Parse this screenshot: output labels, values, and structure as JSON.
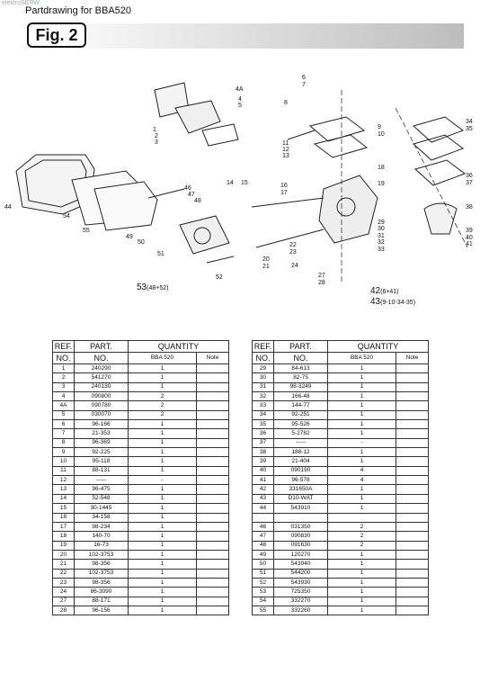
{
  "watermark": "elektroSERW",
  "header": {
    "title": "Partdrawing for BBA520",
    "figure": "Fig. 2"
  },
  "drawing": {
    "callouts": [
      "1",
      "2",
      "3",
      "4A",
      "4",
      "5",
      "6",
      "7",
      "8",
      "9",
      "10",
      "11",
      "12",
      "13",
      "14",
      "15",
      "16",
      "17",
      "18",
      "19",
      "20",
      "21",
      "22",
      "23",
      "24",
      "27",
      "28",
      "29",
      "30",
      "31",
      "32",
      "33",
      "34",
      "35",
      "36",
      "37",
      "38",
      "39",
      "40",
      "41",
      "44",
      "46",
      "47",
      "48",
      "49",
      "50",
      "51",
      "52",
      "54",
      "55"
    ],
    "assemblies": [
      {
        "num": "53",
        "detail": "(48+52)"
      },
      {
        "num": "42",
        "detail": "(6+41)"
      },
      {
        "num": "43",
        "detail": "(9-10-34-35)"
      }
    ]
  },
  "table_headers": {
    "ref": [
      "REF.",
      "NO."
    ],
    "part": [
      "PART.",
      "NO."
    ],
    "quantity": "QUANTITY",
    "model": "BBA 520",
    "note": "Note"
  },
  "left_table": [
    [
      "1",
      "240290",
      "1"
    ],
    [
      "2",
      "541270",
      "1"
    ],
    [
      "3",
      "240130",
      "1"
    ],
    [
      "4",
      "090800",
      "2"
    ],
    [
      "4A",
      "090780",
      "2"
    ],
    [
      "5",
      "030070",
      "2"
    ],
    [
      "6",
      "96-166",
      "1"
    ],
    [
      "7",
      "21-353",
      "1"
    ],
    [
      "8",
      "96-369",
      "1"
    ],
    [
      "9",
      "92-225",
      "1"
    ],
    [
      "10",
      "95-118",
      "1"
    ],
    [
      "11",
      "88-131",
      "1"
    ],
    [
      "12",
      "-----",
      "-"
    ],
    [
      "13",
      "96-475",
      "1"
    ],
    [
      "14",
      "52-548",
      "1"
    ],
    [
      "15",
      "30-1445",
      "1"
    ],
    [
      "16",
      "34-158",
      "1"
    ],
    [
      "17",
      "98-234",
      "1"
    ],
    [
      "18",
      "140-70",
      "1"
    ],
    [
      "19",
      "16-73",
      "1"
    ],
    [
      "20",
      "102-3753",
      "1"
    ],
    [
      "21",
      "98-356",
      "1"
    ],
    [
      "22",
      "102-3753",
      "1"
    ],
    [
      "23",
      "98-356",
      "1"
    ],
    [
      "24",
      "86-3090",
      "1"
    ],
    [
      "27",
      "88-171",
      "1"
    ],
    [
      "28",
      "96-156",
      "1"
    ]
  ],
  "right_table": [
    [
      "29",
      "84-613",
      "1"
    ],
    [
      "30",
      "82-75",
      "1"
    ],
    [
      "31",
      "98-3249",
      "1"
    ],
    [
      "32",
      "166-48",
      "1"
    ],
    [
      "33",
      "144-77",
      "1"
    ],
    [
      "34",
      "92-251",
      "1"
    ],
    [
      "35",
      "95-526",
      "1"
    ],
    [
      "36",
      "5-2782",
      "1"
    ],
    [
      "37",
      "-----",
      "-"
    ],
    [
      "38",
      "188-12",
      "1"
    ],
    [
      "39",
      "21-404",
      "1"
    ],
    [
      "40",
      "090190",
      "4"
    ],
    [
      "41",
      "96-578",
      "4"
    ],
    [
      "42",
      "331650A",
      "1"
    ],
    [
      "43",
      "D10-WAT",
      "1"
    ],
    [
      "44",
      "543910",
      "1"
    ],
    [
      "",
      "",
      ""
    ],
    [
      "46",
      "031350",
      "2"
    ],
    [
      "47",
      "090830",
      "2"
    ],
    [
      "48",
      "091630",
      "2"
    ],
    [
      "49",
      "120270",
      "1"
    ],
    [
      "50",
      "543940",
      "1"
    ],
    [
      "51",
      "544200",
      "1"
    ],
    [
      "52",
      "543930",
      "1"
    ],
    [
      "53",
      "725350",
      "1"
    ],
    [
      "54",
      "332270",
      "1"
    ],
    [
      "55",
      "332260",
      "1"
    ]
  ]
}
